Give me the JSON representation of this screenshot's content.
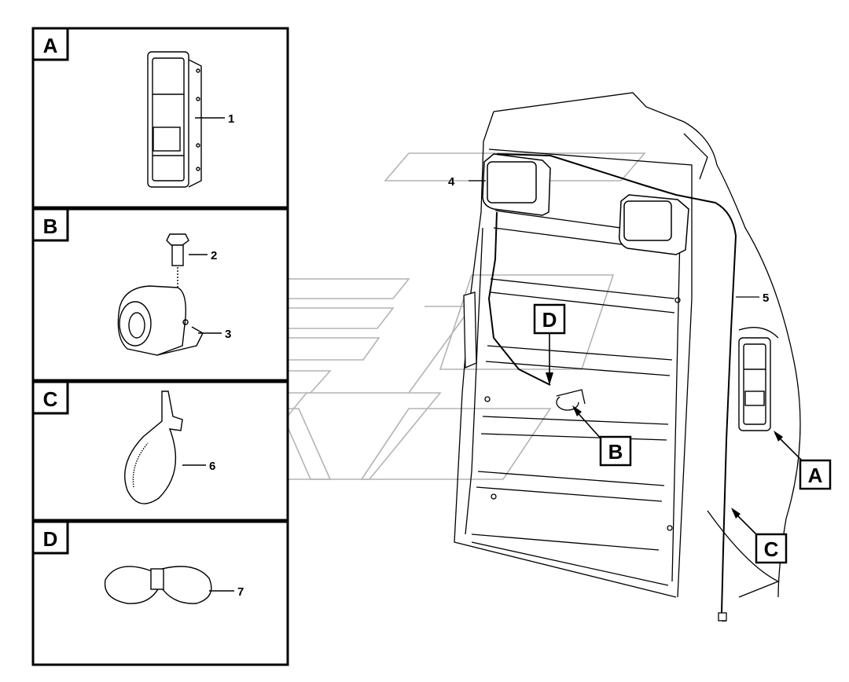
{
  "panels": [
    {
      "letter": "A",
      "part_number": "1"
    },
    {
      "letter": "B",
      "part_numbers": [
        "2",
        "3"
      ]
    },
    {
      "letter": "C",
      "part_number": "6"
    },
    {
      "letter": "D",
      "part_number": "7"
    }
  ],
  "main_view": {
    "callout_numbers": [
      "4",
      "5"
    ],
    "detail_refs": [
      "D",
      "B",
      "A",
      "C"
    ]
  }
}
